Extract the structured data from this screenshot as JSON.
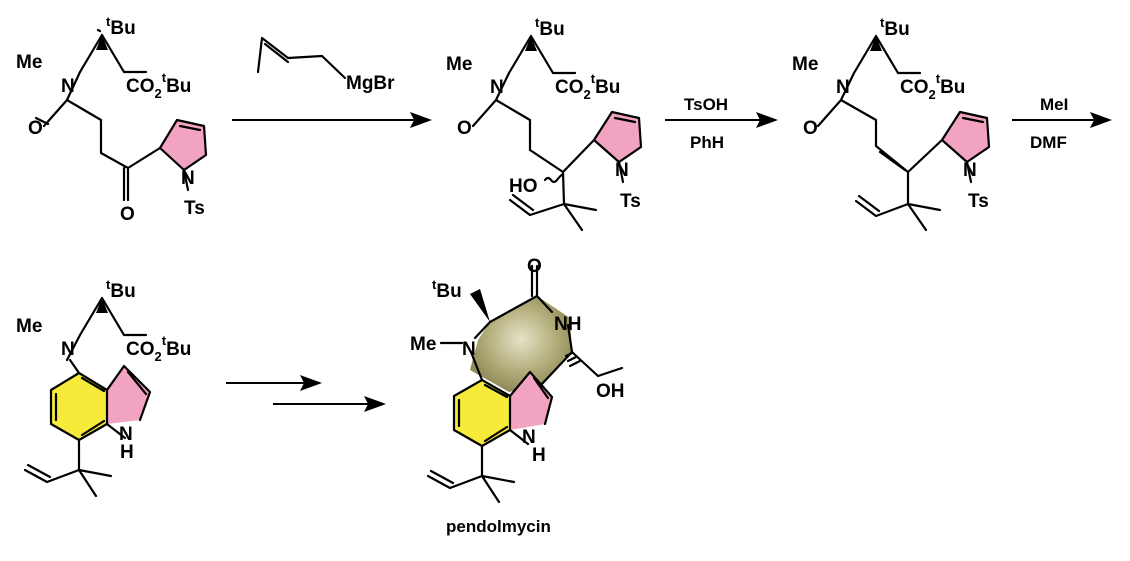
{
  "reagents": {
    "step1": "MgBr",
    "step2_top": "TsOH",
    "step2_bottom": "PhH",
    "step3_top": "MeI",
    "step3_bottom": "DMF"
  },
  "atoms": {
    "tbu_t": "t",
    "tbu_bu": "Bu",
    "me": "Me",
    "n": "N",
    "co2_co": "CO",
    "co2_2": "2",
    "co2_t": "t",
    "co2_bu": "Bu",
    "o": "O",
    "ts": "Ts",
    "ho": "HO",
    "nh": "NH",
    "h": "H",
    "oh": "OH"
  },
  "product_name": "pendolmycin",
  "colors": {
    "pyrrole": "#f2a3c1",
    "benzene": "#f6ea3a",
    "macrocycle": "#a39f6b"
  }
}
